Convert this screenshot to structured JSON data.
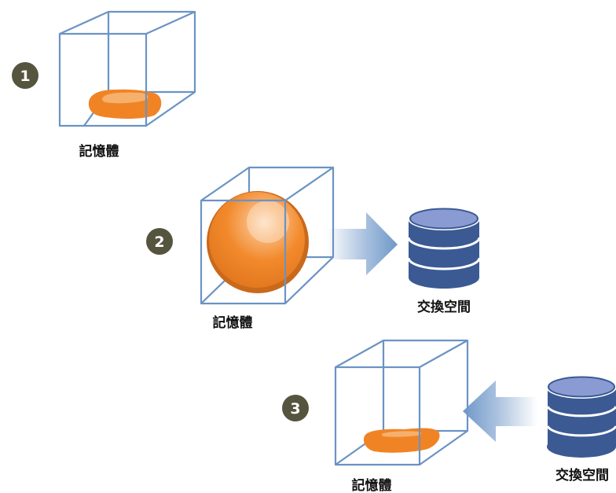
{
  "steps": [
    {
      "number": "1",
      "memory_label": "記憶體",
      "content_state": "small"
    },
    {
      "number": "2",
      "memory_label": "記憶體",
      "content_state": "large",
      "arrow_direction": "to-swap",
      "swap_label": "交換空間"
    },
    {
      "number": "3",
      "memory_label": "記憶體",
      "content_state": "small",
      "arrow_direction": "from-swap",
      "swap_label": "交換空間"
    }
  ],
  "colors": {
    "badge": "#55553f",
    "cube_edge": "#6b93c4",
    "blob_orange": "#f08424",
    "blob_highlight": "#f7b77a",
    "disk_body": "#3b5a93",
    "disk_top": "#8a9bd3",
    "arrow": "#6f97c8"
  }
}
